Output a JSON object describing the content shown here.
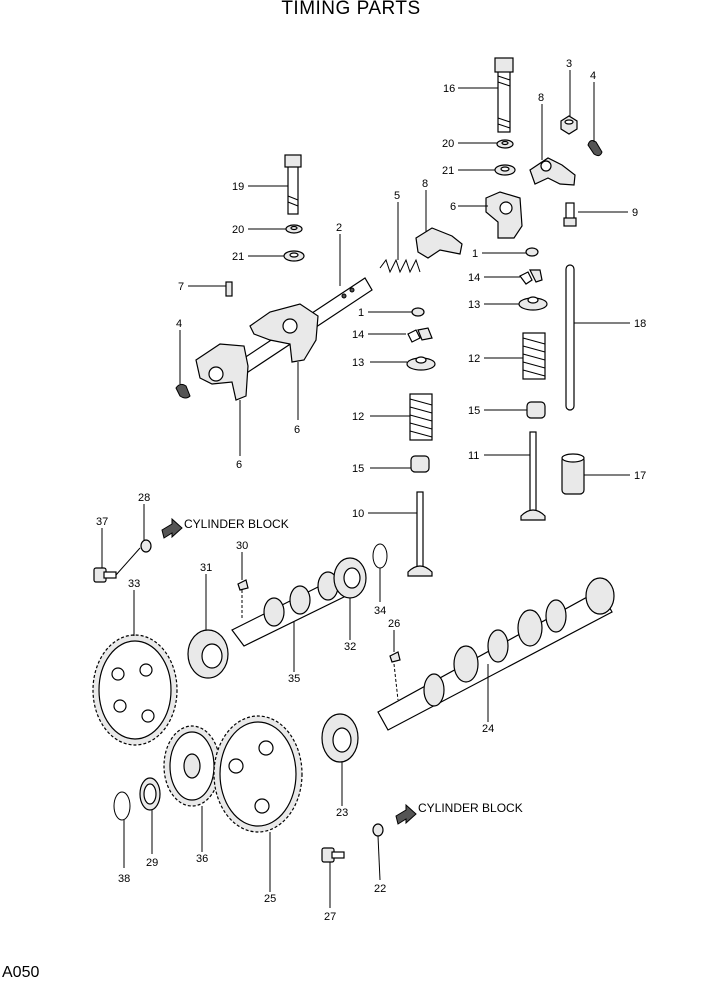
{
  "header": {
    "title": "TIMING PARTS"
  },
  "footer": {
    "page_id": "A050"
  },
  "notes": {
    "cylinder_block_upper": "CYLINDER BLOCK",
    "cylinder_block_lower": "CYLINDER BLOCK"
  },
  "callouts": [
    {
      "id": "c16",
      "text": "16"
    },
    {
      "id": "c3",
      "text": "3"
    },
    {
      "id": "c4a",
      "text": "4"
    },
    {
      "id": "c8a",
      "text": "8"
    },
    {
      "id": "c20a",
      "text": "20"
    },
    {
      "id": "c21a",
      "text": "21"
    },
    {
      "id": "c6a",
      "text": "6"
    },
    {
      "id": "c9",
      "text": "9"
    },
    {
      "id": "c1a",
      "text": "1"
    },
    {
      "id": "c14a",
      "text": "14"
    },
    {
      "id": "c13a",
      "text": "13"
    },
    {
      "id": "c18",
      "text": "18"
    },
    {
      "id": "c12a",
      "text": "12"
    },
    {
      "id": "c15a",
      "text": "15"
    },
    {
      "id": "c11",
      "text": "11"
    },
    {
      "id": "c17",
      "text": "17"
    },
    {
      "id": "c19",
      "text": "19"
    },
    {
      "id": "c8b",
      "text": "8"
    },
    {
      "id": "c5",
      "text": "5"
    },
    {
      "id": "c20b",
      "text": "20"
    },
    {
      "id": "c2",
      "text": "2"
    },
    {
      "id": "c21b",
      "text": "21"
    },
    {
      "id": "c7",
      "text": "7"
    },
    {
      "id": "c1b",
      "text": "1"
    },
    {
      "id": "c4b",
      "text": "4"
    },
    {
      "id": "c14b",
      "text": "14"
    },
    {
      "id": "c13b",
      "text": "13"
    },
    {
      "id": "c6b",
      "text": "6"
    },
    {
      "id": "c12b",
      "text": "12"
    },
    {
      "id": "c6c",
      "text": "6"
    },
    {
      "id": "c15b",
      "text": "15"
    },
    {
      "id": "c10",
      "text": "10"
    },
    {
      "id": "c28",
      "text": "28"
    },
    {
      "id": "c37",
      "text": "37"
    },
    {
      "id": "c30",
      "text": "30"
    },
    {
      "id": "c31",
      "text": "31"
    },
    {
      "id": "c33",
      "text": "33"
    },
    {
      "id": "c34",
      "text": "34"
    },
    {
      "id": "c26",
      "text": "26"
    },
    {
      "id": "c32",
      "text": "32"
    },
    {
      "id": "c35",
      "text": "35"
    },
    {
      "id": "c24",
      "text": "24"
    },
    {
      "id": "c23",
      "text": "23"
    },
    {
      "id": "c38",
      "text": "38"
    },
    {
      "id": "c29",
      "text": "29"
    },
    {
      "id": "c36",
      "text": "36"
    },
    {
      "id": "c22",
      "text": "22"
    },
    {
      "id": "c25",
      "text": "25"
    },
    {
      "id": "c27",
      "text": "27"
    }
  ]
}
